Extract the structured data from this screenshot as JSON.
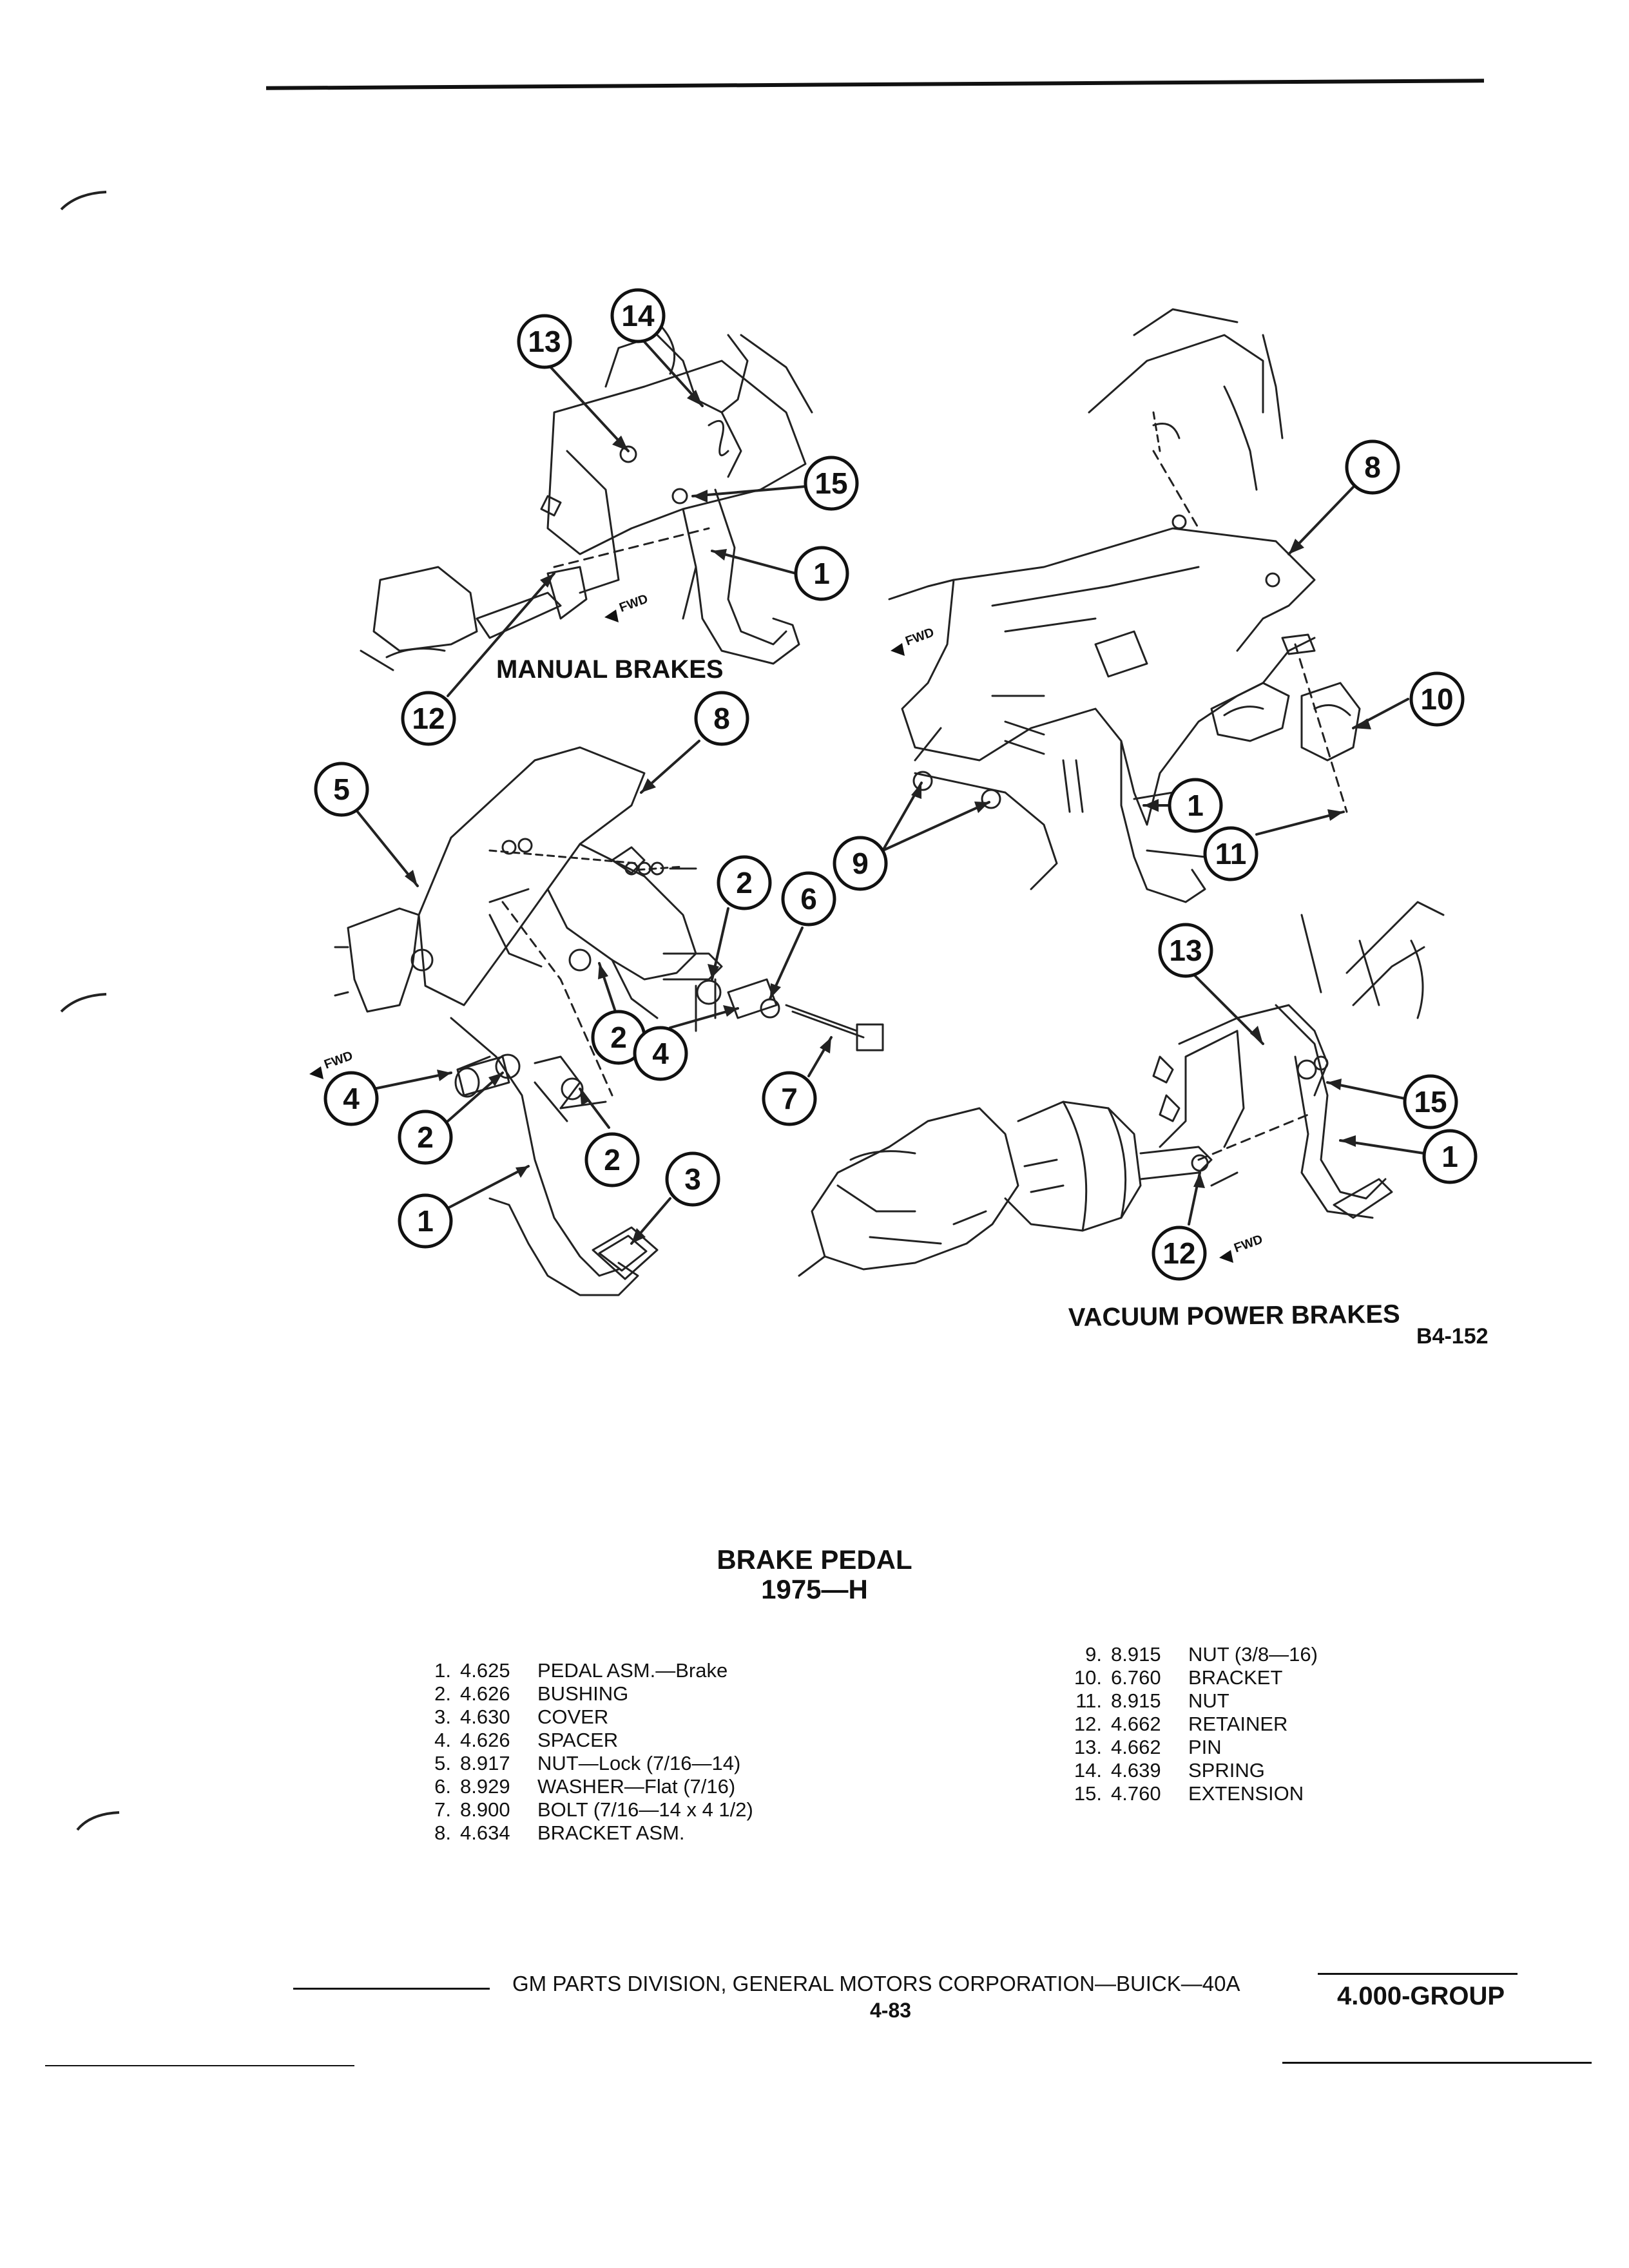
{
  "diagram": {
    "labels": {
      "manual": "MANUAL BRAKES",
      "vacuum": "VACUUM POWER BRAKES",
      "figure_code": "B4-152",
      "fwd": "FWD"
    },
    "callouts": [
      {
        "n": "13"
      },
      {
        "n": "14"
      },
      {
        "n": "15"
      },
      {
        "n": "1"
      },
      {
        "n": "12"
      },
      {
        "n": "8"
      },
      {
        "n": "5"
      },
      {
        "n": "2"
      },
      {
        "n": "6"
      },
      {
        "n": "2"
      },
      {
        "n": "4"
      },
      {
        "n": "7"
      },
      {
        "n": "4"
      },
      {
        "n": "2"
      },
      {
        "n": "2"
      },
      {
        "n": "3"
      },
      {
        "n": "1"
      },
      {
        "n": "8"
      },
      {
        "n": "10"
      },
      {
        "n": "9"
      },
      {
        "n": "1"
      },
      {
        "n": "11"
      },
      {
        "n": "13"
      },
      {
        "n": "15"
      },
      {
        "n": "1"
      },
      {
        "n": "12"
      }
    ]
  },
  "title": {
    "line1": "BRAKE PEDAL",
    "line2": "1975—H"
  },
  "parts_left": [
    {
      "num": "1.",
      "code": "4.625",
      "desc": "PEDAL ASM.—Brake"
    },
    {
      "num": "2.",
      "code": "4.626",
      "desc": "BUSHING"
    },
    {
      "num": "3.",
      "code": "4.630",
      "desc": "COVER"
    },
    {
      "num": "4.",
      "code": "4.626",
      "desc": "SPACER"
    },
    {
      "num": "5.",
      "code": "8.917",
      "desc": "NUT—Lock (7/16—14)"
    },
    {
      "num": "6.",
      "code": "8.929",
      "desc": "WASHER—Flat (7/16)"
    },
    {
      "num": "7.",
      "code": "8.900",
      "desc": "BOLT (7/16—14 x 4 1/2)"
    },
    {
      "num": "8.",
      "code": "4.634",
      "desc": "BRACKET ASM."
    }
  ],
  "parts_right": [
    {
      "num": "9.",
      "code": "8.915",
      "desc": "NUT (3/8—16)"
    },
    {
      "num": "10.",
      "code": "6.760",
      "desc": "BRACKET"
    },
    {
      "num": "11.",
      "code": "8.915",
      "desc": "NUT"
    },
    {
      "num": "12.",
      "code": "4.662",
      "desc": "RETAINER"
    },
    {
      "num": "13.",
      "code": "4.662",
      "desc": "PIN"
    },
    {
      "num": "14.",
      "code": "4.639",
      "desc": "SPRING"
    },
    {
      "num": "15.",
      "code": "4.760",
      "desc": "EXTENSION"
    }
  ],
  "footer": {
    "publisher": "GM PARTS DIVISION, GENERAL MOTORS CORPORATION—BUICK—40A",
    "page": "4-83",
    "group": "4.000-GROUP"
  }
}
